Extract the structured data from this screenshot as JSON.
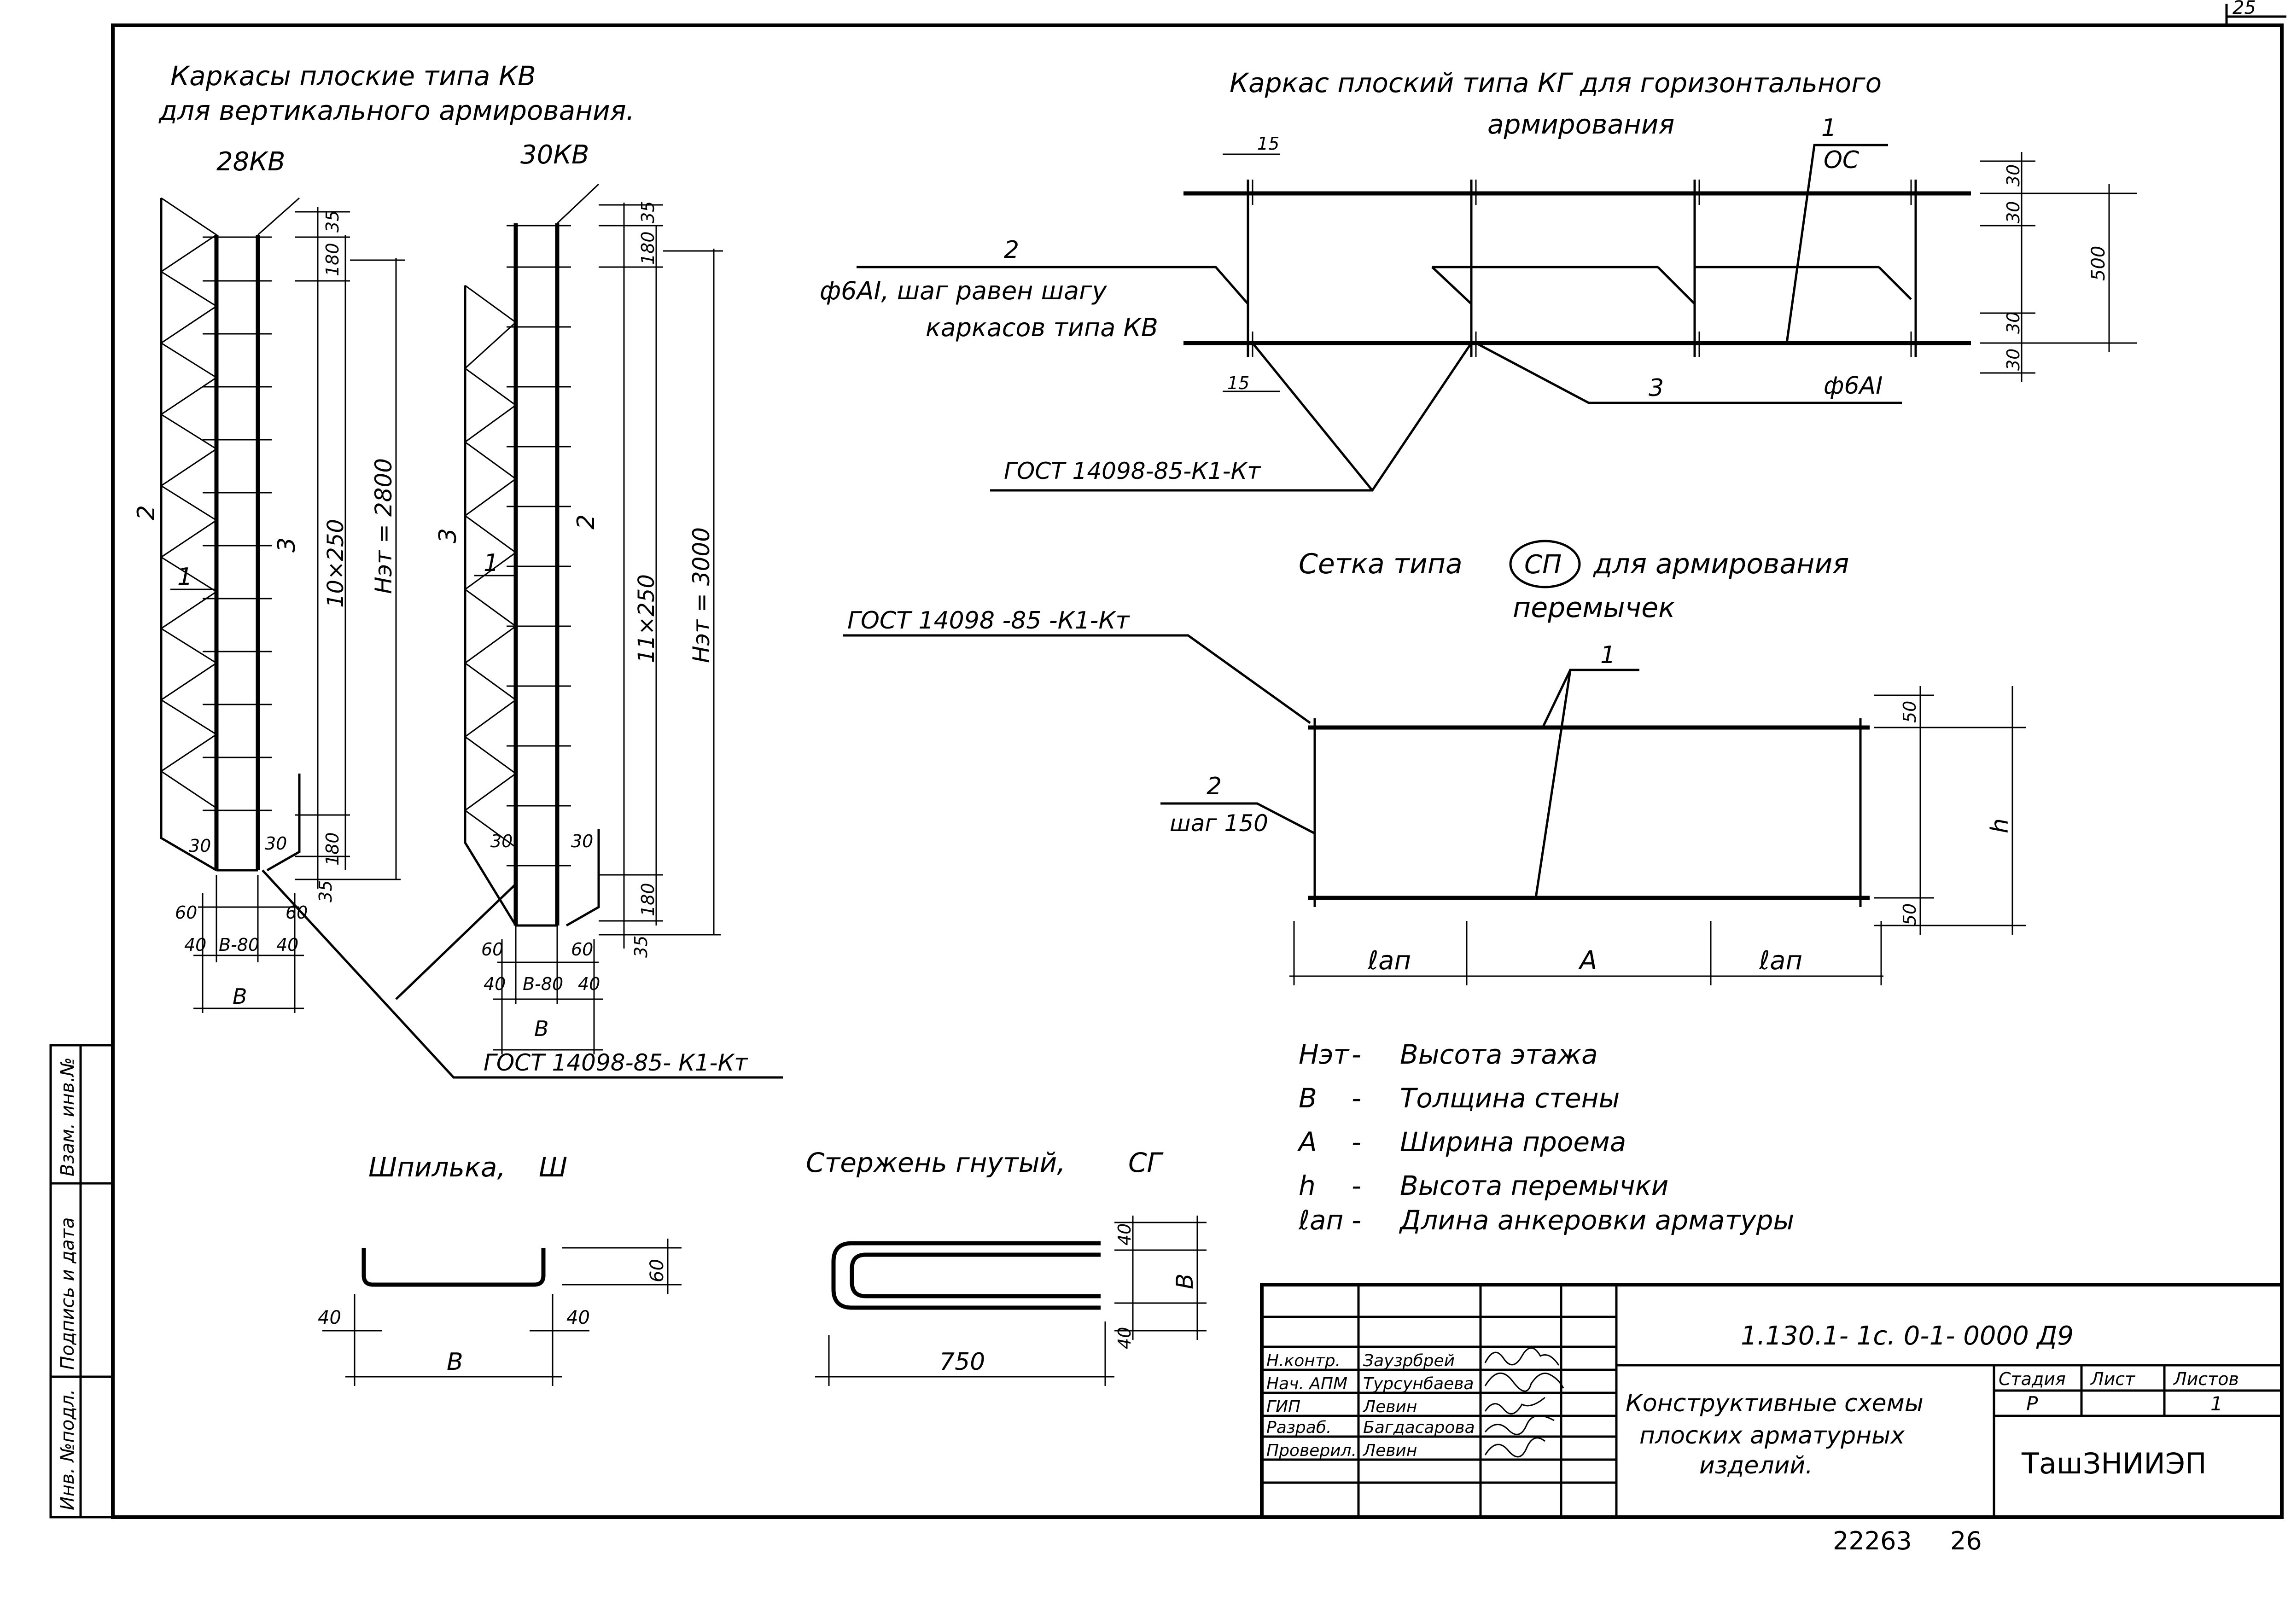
{
  "sheet": {
    "page_number": "25",
    "bottom_number": "22263",
    "bottom_number_2": "26",
    "side_stamp": [
      "Инв. №подл.",
      "Подпись и дата",
      "Взам. инв.№"
    ]
  },
  "kv": {
    "title_1": "Каркасы плоские типа КВ",
    "title_2": "для вертикального армирования.",
    "label_28": "28КВ",
    "label_30": "30КВ",
    "callouts": [
      "1",
      "2",
      "3"
    ],
    "dims_28": {
      "top": "35",
      "first": "180",
      "spacing": "10×250",
      "height": "Нэт = 2800",
      "bottom": "180",
      "bottom2": "35"
    },
    "dims_30": {
      "top": "35",
      "first": "180",
      "spacing": "11×250",
      "height": "Нэт = 3000",
      "bottom": "180",
      "bottom2": "35"
    },
    "bottom_dims": {
      "edge": "30",
      "offset": "60",
      "cover": "40",
      "inner": "В-80",
      "width": "В"
    },
    "gost": "ГОСТ 14098-85- К1-Кт"
  },
  "kg": {
    "title_1": "Каркас плоский типа КГ для горизонтального",
    "title_2": "армирования",
    "callout_1": "1",
    "callout_1_label": "ОС",
    "callout_2": "2",
    "callout_2_line1": "ф6АI, шаг равен шагу",
    "callout_2_line2": "каркасов типа КВ",
    "callout_3": "3",
    "callout_3_label": "ф6АI",
    "dim_15": "15",
    "dim_30": "30",
    "dim_500": "500",
    "gost": "ГОСТ 14098-85-К1-Кт"
  },
  "sp": {
    "title_1": "Сетка типа",
    "title_badge": "СП",
    "title_2": "для армирования",
    "title_3": "перемычек",
    "gost": "ГОСТ 14098 -85 -К1-Кт",
    "callout_1": "1",
    "callout_2": "2",
    "callout_2_label": "шаг 150",
    "dim_50": "50",
    "dim_h": "h",
    "dim_lan": "ℓап",
    "dim_a": "А"
  },
  "legend": [
    {
      "sym": "Нэт",
      "desc": "Высота этажа"
    },
    {
      "sym": "В",
      "desc": "Толщина стены"
    },
    {
      "sym": "А",
      "desc": "Ширина проема"
    },
    {
      "sym": "h",
      "desc": "Высота перемычки"
    },
    {
      "sym": "ℓап",
      "desc": "Длина анкеровки арматуры"
    }
  ],
  "pin": {
    "title": "Шпилька,",
    "mark": "Ш",
    "dim_40": "40",
    "dim_60": "60",
    "dim_b": "В"
  },
  "bent": {
    "title": "Стержень гнутый,",
    "mark": "СГ",
    "dim_40": "40",
    "dim_b": "В",
    "dim_750": "750"
  },
  "title_block": {
    "doc_code": "1.130.1- 1с. 0-1- 0000 Д9",
    "doc_title": [
      "Конструктивные схемы",
      "плоских арматурных",
      "изделий."
    ],
    "stage_label": "Стадия",
    "sheet_label": "Лист",
    "sheets_label": "Листов",
    "stage": "Р",
    "sheet": "",
    "sheets": "1",
    "org": "ТашЗНИИЭП",
    "roles": [
      {
        "role": "Н.контр.",
        "name": "Заузрбрей"
      },
      {
        "role": "Нач. АПМ",
        "name": "Турсунбаева"
      },
      {
        "role": "ГИП",
        "name": "Левин"
      },
      {
        "role": "Разраб.",
        "name": "Багдасарова"
      },
      {
        "role": "Проверил.",
        "name": "Левин"
      }
    ]
  }
}
